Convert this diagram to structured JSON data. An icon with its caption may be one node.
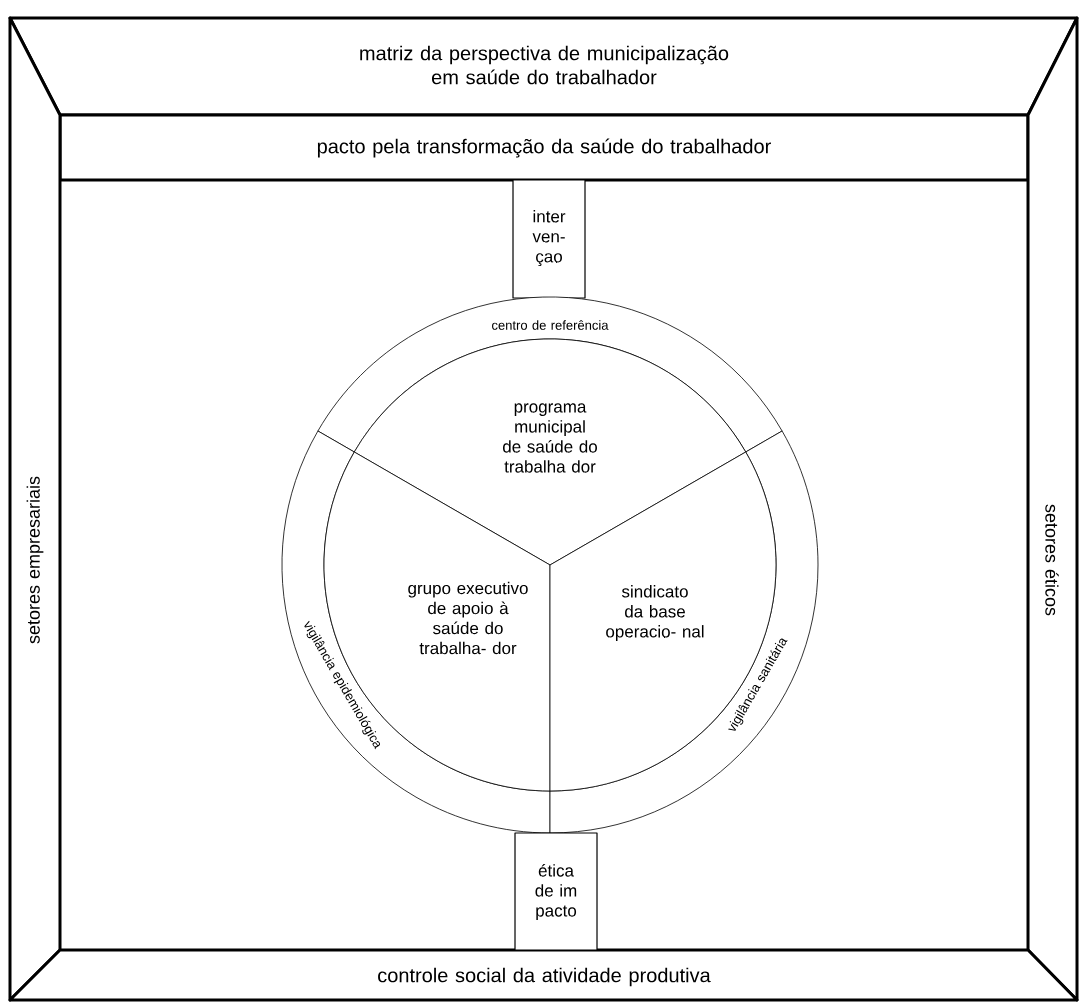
{
  "diagram": {
    "nodes": [
      {
        "text": [
          "matriz da perspectiva de municipalização em saúde do trabalhador"
        ]
      },
      {
        "text": [
          "pacto pela transformação da saúde do trabalhador"
        ]
      },
      {
        "text": [
          "setores empresariais"
        ]
      },
      {
        "text": [
          "setores éticos"
        ]
      },
      {
        "text": [
          "controle social da atividade produtiva"
        ]
      },
      {
        "text": [
          "inter ven- çao"
        ]
      },
      {
        "text": [
          "centro de referência"
        ]
      },
      {
        "text": [
          "vigilância epidemiológica"
        ]
      },
      {
        "text": [
          "vigilância sanitária"
        ]
      },
      {
        "text": [
          "programa municipal de saúde do trabalha dor"
        ]
      },
      {
        "text": [
          "grupo executivo de apoio à saúde do trabalha- dor"
        ]
      },
      {
        "text": [
          "sindicato da base operacio- nal"
        ]
      },
      {
        "text": [
          "ética de im pacto"
        ]
      }
    ]
  }
}
